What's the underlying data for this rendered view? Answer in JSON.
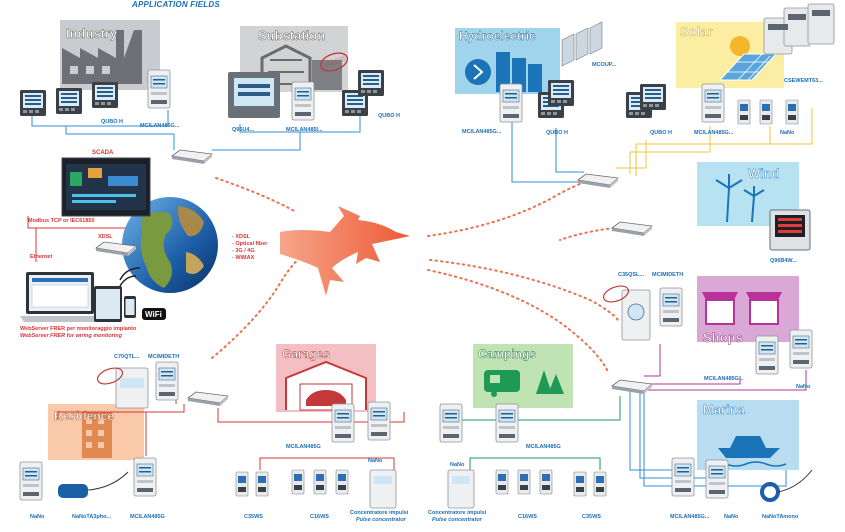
{
  "heading": "APPLICATION FIELDS",
  "fields": {
    "industry": "Industry",
    "substation": "Substation",
    "hydroelectric": "Hydroelectric",
    "solar": "Solar",
    "wind": "Wind",
    "shops": "Shops",
    "marina": "Marina",
    "garages": "Garages",
    "campings": "Campings",
    "residence": "Residence"
  },
  "center": {
    "scada": "SCADA",
    "protocol": "Modbus TCP or IEC61850",
    "xdsl_link": "XDSL",
    "ethernet": "Ethernet",
    "wifi": "WiFi",
    "webserver_it": "WebServer FRER per monitoraggio impianto",
    "webserver_en": "WebServer FRER for wiring monitoring",
    "transport": [
      "- XDSL",
      "- Optical fiber",
      "- 3G / 4G",
      "- WiMAX"
    ]
  },
  "devices": {
    "industry_qubo": "QUBO H",
    "industry_mcilan": "MCILAN485G...",
    "substation_q96": "Q96U4...",
    "substation_mcilan": "MCILAN485I...",
    "substation_qubo": "QUBO H",
    "hydro_mcilan": "MCILAN485G...",
    "hydro_qubo": "QUBO H",
    "hydro_mcoup": "MCOUP...",
    "solar_qubo": "QUBO H",
    "solar_mcilan": "MCILAN485G...",
    "solar_nano": "NaNo",
    "solar_csew": "CSEWEMT63...",
    "wind_q96": "Q96B4W...",
    "shops_c35": "C35QSL...",
    "shops_mcimideth": "MCIMIDETH",
    "shops_mcilan": "MCILAN485G...",
    "shops_nano": "NaNo",
    "marina_mcilan": "MCILAN485G...",
    "marina_nano": "NaNo",
    "marina_nanotam": "NaNoTAmono",
    "res_c70": "C70QTL...",
    "res_mcimideth": "MCIMIDETH",
    "res_nano": "NaNo",
    "res_nanota": "NaNoTA3pho...",
    "res_mcilan": "MCILAN485G",
    "garage_mcilan": "MCILAN485G",
    "garage_nano": "NaNo",
    "garage_c35ws": "C35WS",
    "garage_c16ws": "C16WS",
    "garage_conc_it": "Concentratore impulsi",
    "garage_conc_en": "Pulse concentrator",
    "camp_mcilan": "MCILAN485G",
    "camp_nano": "NaNo",
    "camp_conc_it": "Concentratore impulsi",
    "camp_conc_en": "Pulse concentrator",
    "camp_c16ws": "C16WS",
    "camp_c35ws": "C35WS"
  },
  "colors": {
    "industry_bg": "#c9cbd0",
    "substation_bg": "#d2d3d4",
    "hydro_bg": "#9fd4ec",
    "solar_bg": "#fbeea2",
    "wind_bg": "#b6e2f2",
    "shops_bg": "#d9a8d6",
    "marina_bg": "#b8dcf0",
    "garages_bg": "#f4bfc2",
    "campings_bg": "#bfe3b2",
    "residence_bg": "#f9c9a9",
    "arrow": "#ef6a4a",
    "dotted": "#e8744f",
    "line_blue": "#2f8fd6",
    "line_red": "#d93434",
    "line_yellow": "#f2c53d",
    "line_magenta": "#b8329a"
  }
}
